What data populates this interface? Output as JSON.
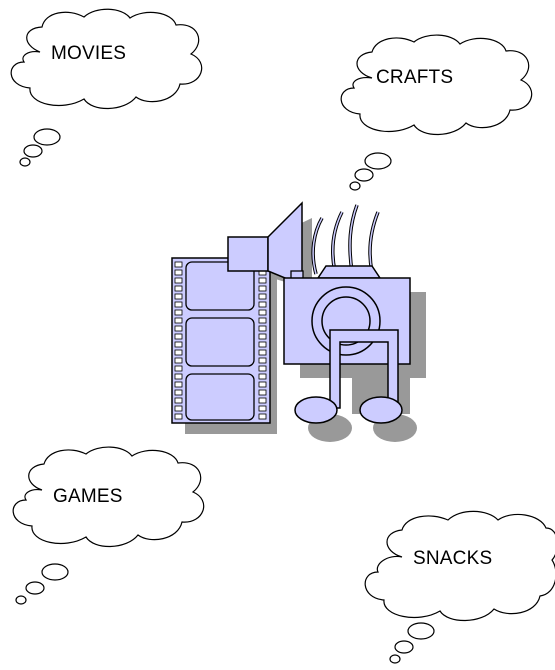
{
  "bubbles": {
    "movies": "MOVIES",
    "crafts": "CRAFTS",
    "games": "GAMES",
    "snacks": "SNACKS"
  },
  "colors": {
    "fill": "#ccccff",
    "shadow": "#999999",
    "outline": "#000000"
  },
  "icons": {
    "clipart": [
      "film-strip-icon",
      "megaphone-icon",
      "camera-icon",
      "music-note-icon"
    ],
    "bubbles": "thought-bubble-icon"
  }
}
